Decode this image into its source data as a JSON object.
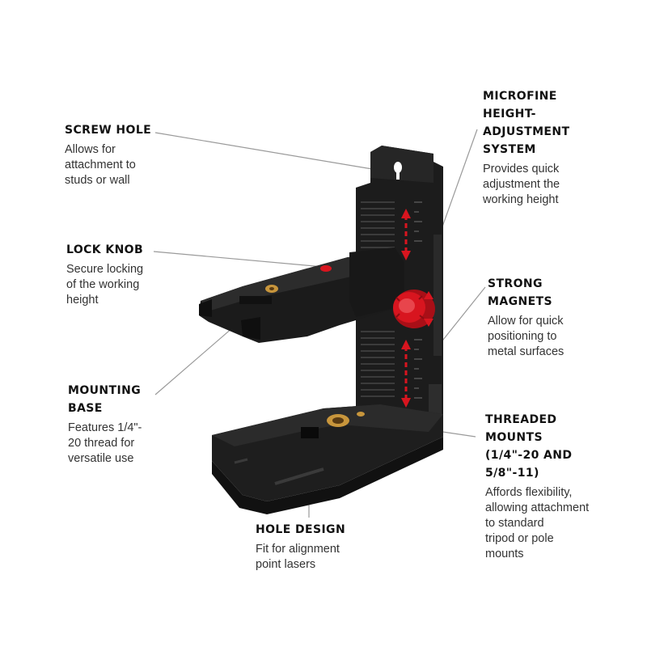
{
  "colors": {
    "body": "#1c1c1c",
    "body_highlight": "#3a3a3a",
    "accent_red": "#d8151f",
    "brass": "#c8963c",
    "leader": "#9a9a9a"
  },
  "callouts": {
    "screw_hole": {
      "title": "SCREW HOLE",
      "text": [
        "Allows for",
        "attachment to",
        "studs or wall"
      ]
    },
    "lock_knob": {
      "title": "LOCK KNOB",
      "text": [
        "Secure locking",
        "of the working",
        "height"
      ]
    },
    "mounting_base": {
      "title": [
        "MOUNTING",
        "BASE"
      ],
      "text": [
        "Features 1/4\"-",
        "20 thread for",
        "versatile use"
      ]
    },
    "microfine": {
      "title": [
        "MICROFINE",
        "HEIGHT-",
        "ADJUSTMENT",
        "SYSTEM"
      ],
      "text": [
        "Provides quick",
        "adjustment the",
        "working height"
      ]
    },
    "strong_magnets": {
      "title": [
        "STRONG",
        "MAGNETS"
      ],
      "text": [
        "Allow for quick",
        "positioning to",
        "metal surfaces"
      ]
    },
    "threaded_mounts": {
      "title": [
        "THREADED",
        "MOUNTS",
        "(1/4\"-20 AND",
        "5/8\"-11)"
      ],
      "text": [
        "Affords flexibility,",
        "allowing attachment",
        "to standard",
        "tripod or pole",
        "mounts"
      ]
    },
    "hole_design": {
      "title": "HOLE DESIGN",
      "text": [
        "Fit for alignment",
        "point lasers"
      ]
    }
  }
}
